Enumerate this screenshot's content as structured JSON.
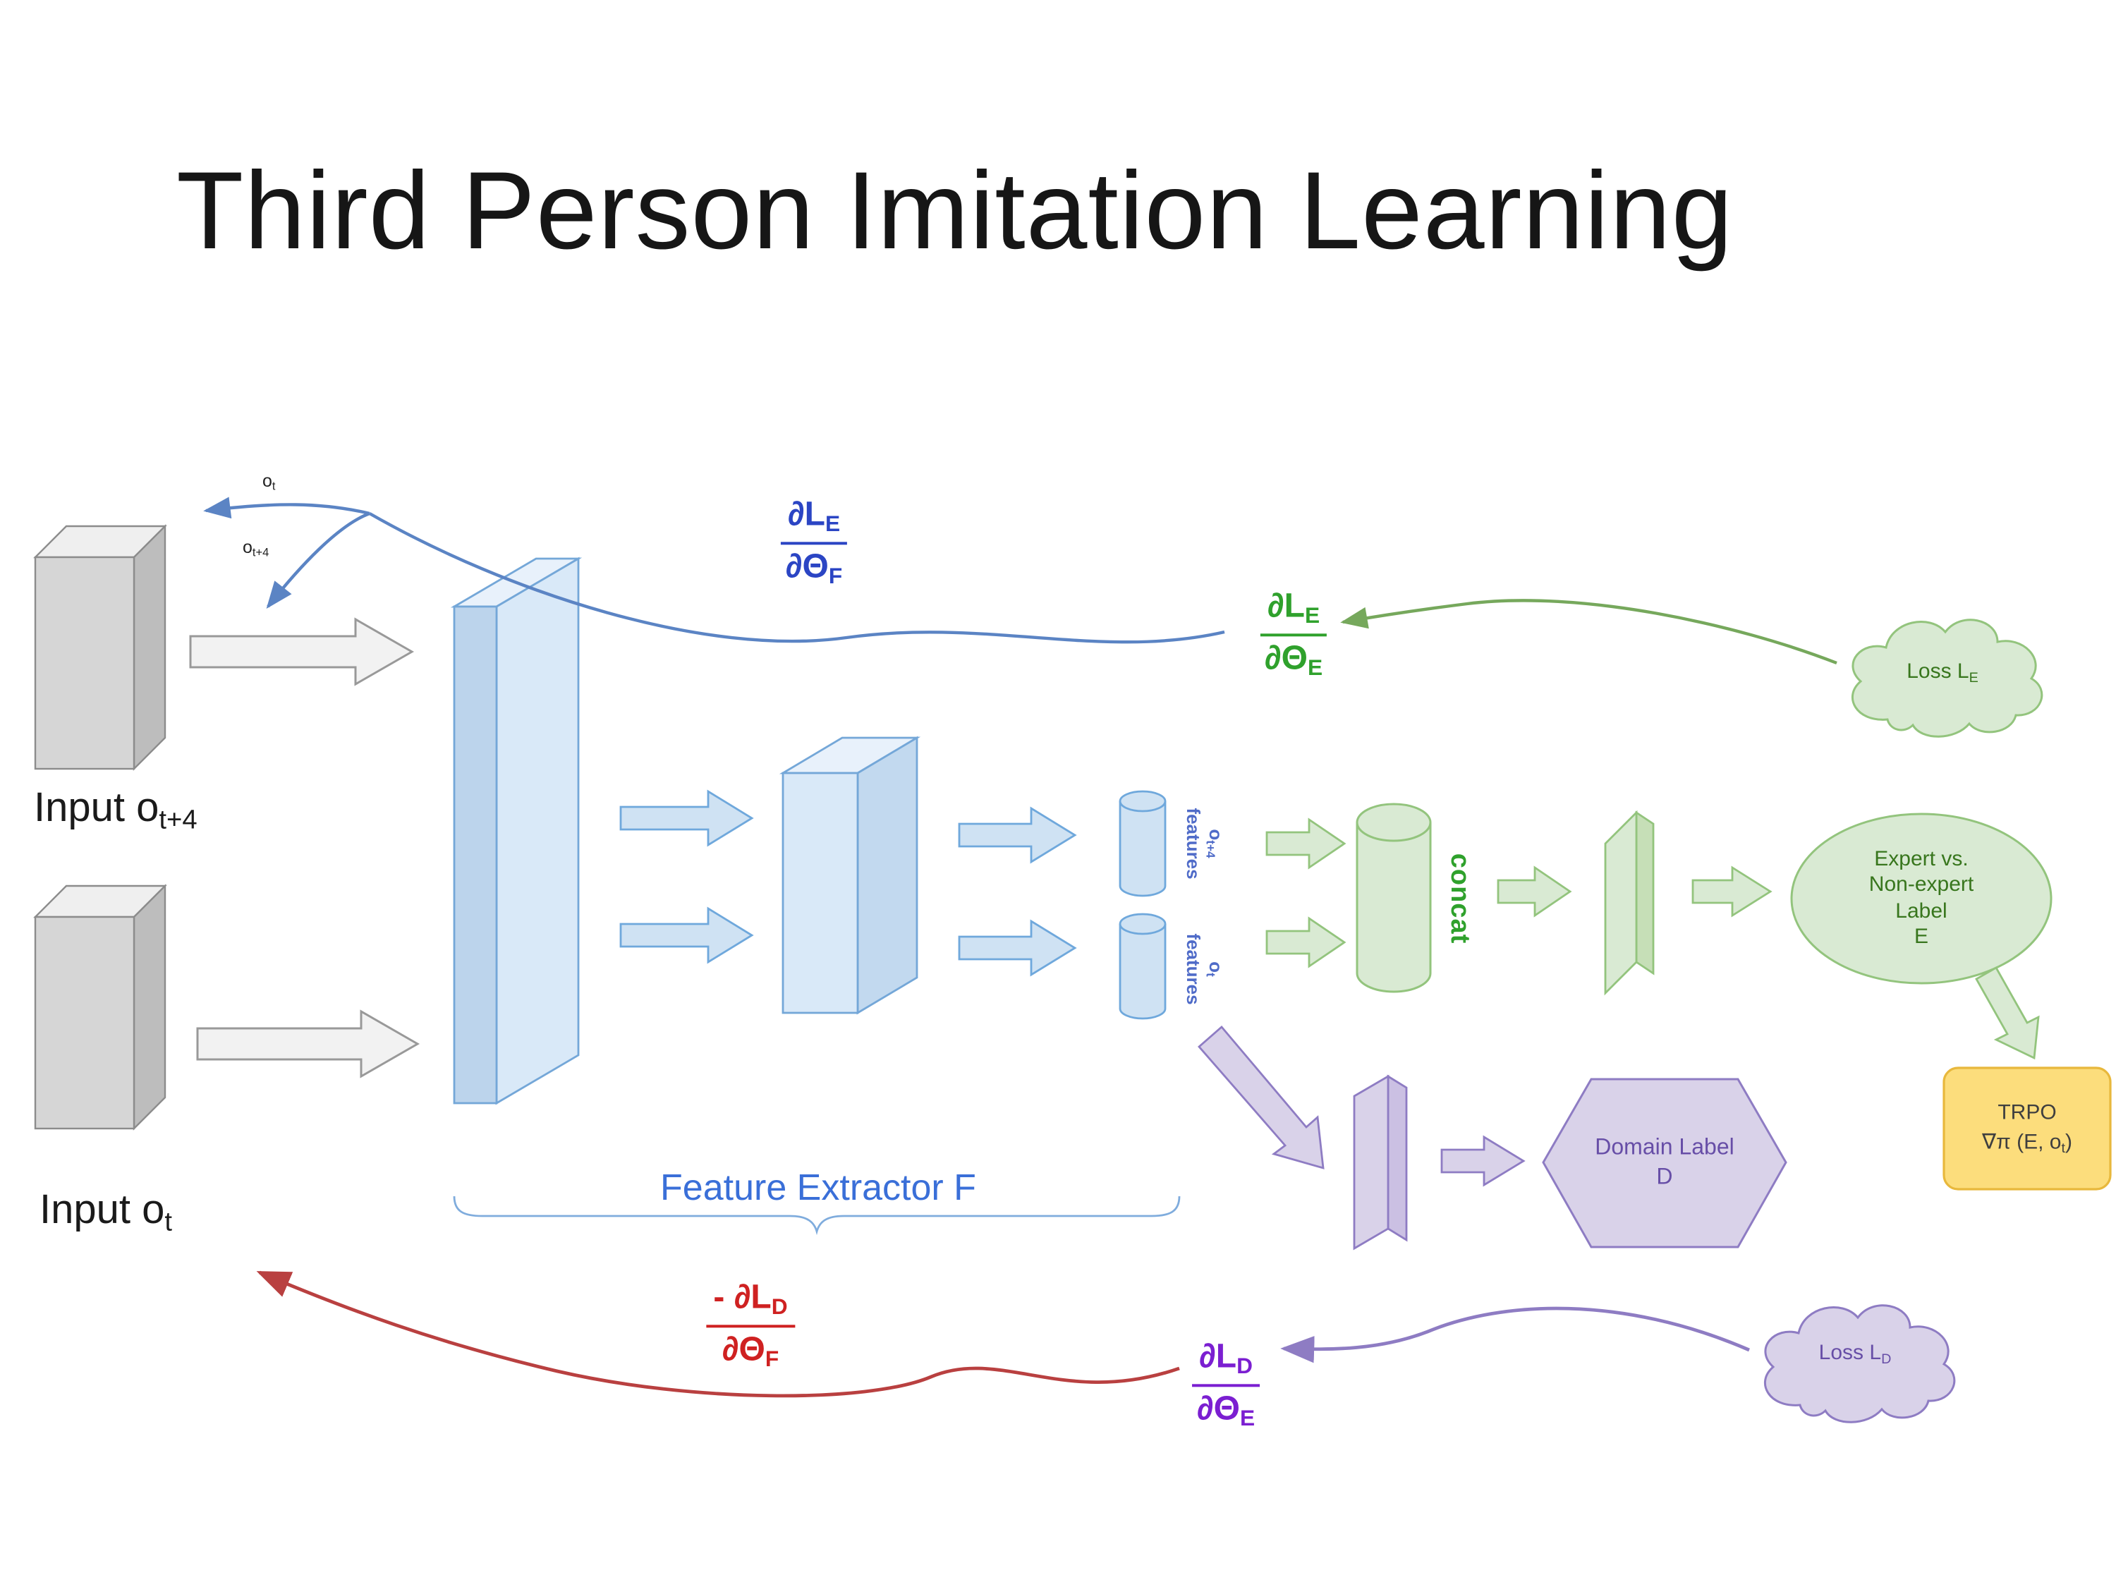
{
  "title": "Third Person Imitation Learning",
  "colors": {
    "blue_shape": "#c4daf0",
    "blue_stroke": "#74a7d8",
    "green_shape": "#d9ead3",
    "green_stroke": "#93c47d",
    "purple_shape": "#d9d2e9",
    "purple_stroke": "#8e7cc3",
    "yellow_fill": "#fcdd7c",
    "yellow_stroke": "#e8b83c",
    "blue_text": "#2b45c4",
    "green_text": "#2fa12c",
    "purple_text": "#7b1fd1",
    "red_text": "#cf2121"
  },
  "inputs": {
    "top": {
      "main": "Input o",
      "sub": "t+4"
    },
    "bottom": {
      "main": "Input o",
      "sub": "t"
    }
  },
  "callouts": {
    "ot": {
      "main": "o",
      "sub": "t"
    },
    "ot4": {
      "main": "o",
      "sub": "t+4"
    }
  },
  "fractions": {
    "blue": {
      "num": "∂L",
      "num_sub": "E",
      "den": "∂Θ",
      "den_sub": "F"
    },
    "green": {
      "num": "∂L",
      "num_sub": "E",
      "den": "∂Θ",
      "den_sub": "E"
    },
    "purple": {
      "num": "∂L",
      "num_sub": "D",
      "den": "∂Θ",
      "den_sub": "E"
    },
    "red": {
      "num": "- ∂L",
      "num_sub": "D",
      "den": "∂Θ",
      "den_sub": "F"
    }
  },
  "features": {
    "top": {
      "line1": "o",
      "line1_sub": "t+4",
      "line2": "features"
    },
    "bottom": {
      "line1": "o",
      "line1_sub": "t",
      "line2": "features"
    }
  },
  "concat": "concat",
  "expert": {
    "line1": "Expert vs.",
    "line2": "Non-expert",
    "line3": "Label",
    "line4": "E"
  },
  "loss_e": {
    "main": "Loss L",
    "sub": "E"
  },
  "loss_d": {
    "main": "Loss L",
    "sub": "D"
  },
  "trpo": {
    "line1": "TRPO",
    "line2a": "∇π (E, o",
    "line2_sub": "t",
    "line2b": ")"
  },
  "domain": {
    "line1": "Domain Label",
    "line2": "D"
  },
  "feature_extractor": "Feature Extractor F"
}
